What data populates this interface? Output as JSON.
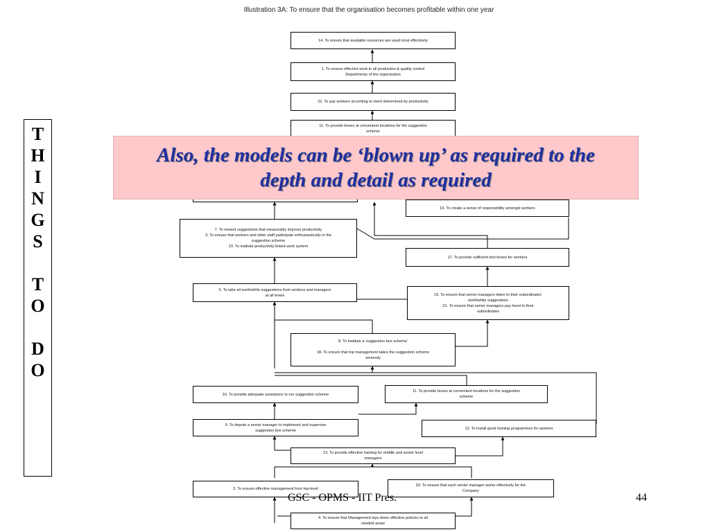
{
  "diagram": {
    "title": "Illustration 3A: To ensure that the organisation becomes profitable within one year",
    "boxes": {
      "b14": "14. To ensure that available resources are used most effectively",
      "b1": "1. To ensure effective work in all production & quality control\nDepartments of the organization",
      "b22": "22. To pay workers according to merit determined by productivity",
      "b11a": "11. To provide boxes at convenient locations for the suggestion\nscheme",
      "b19": "19. To create a sense of responsibility amongst workers",
      "b7": "7. To reward suggestions that measurably improve productivity\n3. To ensure that workers and other staff participate enthusiastically in the\nsuggestion scheme\n23. To institute productivity linked work system",
      "b17": "17. To provide sufficient tool boxes for workers",
      "b5": "5. To take all worthwhile suggestions from workers and managers\nat all levels",
      "b15": "15. To ensure that senior managers listen to their subordinates'\nworthwhile suggestions\n21. To ensure that senior managers pay heed to their\nsubordinates",
      "b8": "8. To institute a 'suggestion box scheme'\n\n18. To ensure that top management takes the suggestion scheme\nseriously",
      "b10": "10. To provide adequate assistance to run suggestion scheme",
      "b11b": "11. To provide boxes at convenient locations for the suggestion\nscheme",
      "b9": "9. To depute a senior manager to implement and supervise\nsuggestion box scheme",
      "b12": "12. To install good training programmes for workers",
      "b13": "13. To provide effective training for middle and senior level\nmanagers",
      "b2": "2. To ensure effective management from top-level",
      "b20": "20. To ensure that each senior manager works effectively for the\nCompany",
      "b4": "4. To ensure that Management lays down effective policies to all\nneeded areas"
    }
  },
  "sidebar": {
    "letters": [
      "T",
      "H",
      "I",
      "N",
      "G",
      "S",
      "",
      "T",
      "O",
      "",
      "D",
      "O"
    ]
  },
  "callout": {
    "text": "Also, the models can be ‘blown up’ as required to the depth and detail as required"
  },
  "footer": {
    "source": "GSC - OPMS - IIT Pres.",
    "page": "44"
  }
}
